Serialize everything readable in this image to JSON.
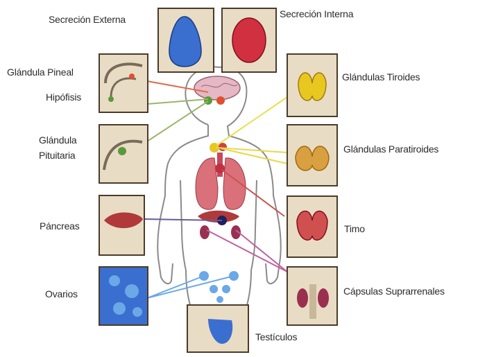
{
  "title": "",
  "labels": {
    "secrecion_externa": "Secreción Externa",
    "secrecion_interna": "Secreción Interna",
    "glandula_pineal": "Glándula Pineal",
    "hipofisis": "Hipófisis",
    "glandula_pituitaria_line1": "Glándula",
    "glandula_pituitaria_line2": "Pituitaria",
    "pancreas": "Páncreas",
    "ovarios": "Ovarios",
    "glandulas_tiroides": "Glándulas Tiroides",
    "glandulas_paratiroides": "Glándulas Paratiroides",
    "timo": "Timo",
    "capsulas_suprarrenales": "Cápsulas Suprarrenales",
    "testiculos": "Testículos"
  },
  "colors": {
    "frame": "#4a3a2a",
    "panel_bg": "#e9dcc4",
    "line_pineal": "#e06a4a",
    "line_hipofisis": "#9ab56a",
    "line_pituitaria": "#9ab56a",
    "line_tiroides": "#e8e050",
    "line_paratiroides": "#e8d84a",
    "line_timo": "#d05050",
    "line_pancreas": "#6a5a9a",
    "line_suprarrenales": "#c060a0",
    "line_ovarios": "#6aa8e8",
    "blue_gland": "#3a6fd0",
    "red_gland": "#d03040",
    "organ_red": "#c8485a",
    "organ_pink": "#d9707a",
    "liver": "#b03a3a",
    "kidney": "#9a3050",
    "yellow_gland": "#e8c820",
    "green_gland": "#5a9a3a"
  },
  "icons": [
    "human-body-outline",
    "brain-icon",
    "lungs-icon",
    "heart-icon",
    "kidney-icon",
    "gland-icon"
  ]
}
